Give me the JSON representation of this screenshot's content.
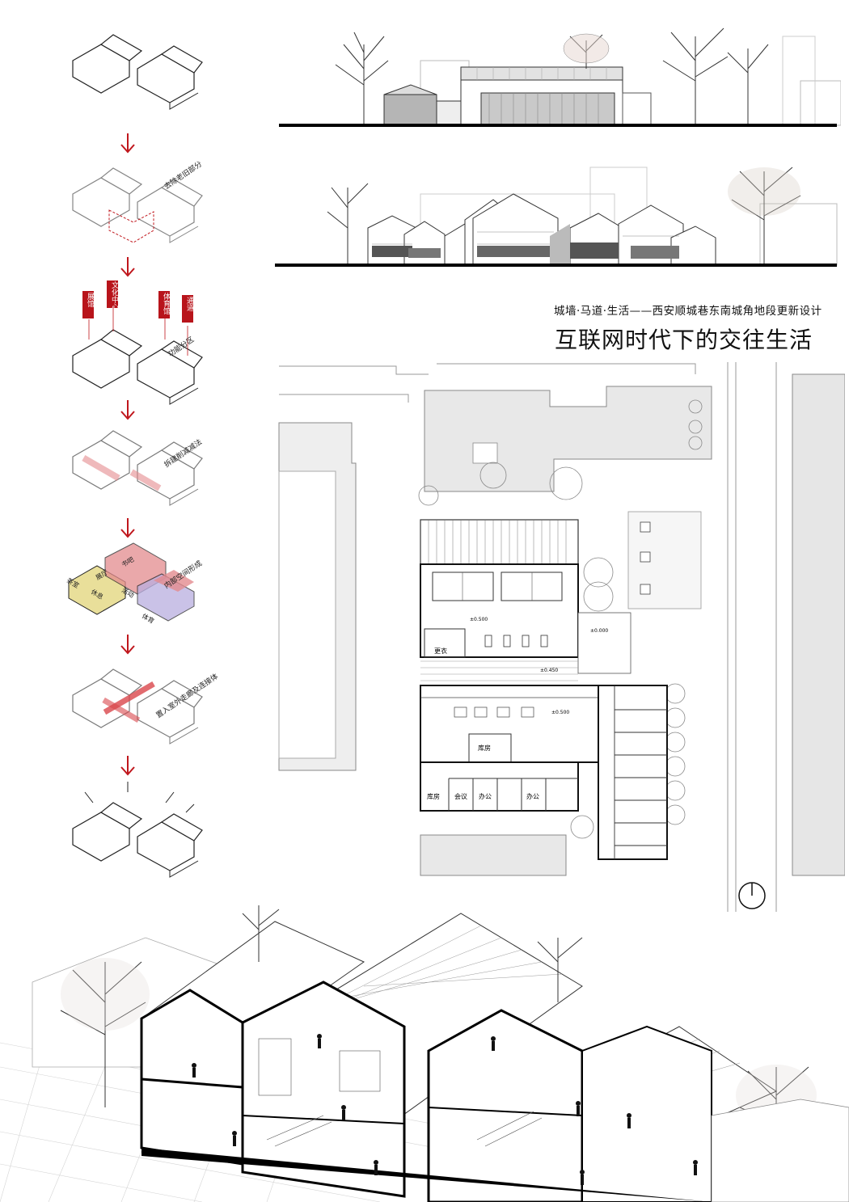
{
  "header": {
    "subtitle": "城墙·马道·生活——西安顺城巷东南城角地段更新设计",
    "title": "互联网时代下的交往生活"
  },
  "diagram_steps": [
    {
      "label": ""
    },
    {
      "label": "去除老旧部分"
    },
    {
      "label": "功能分区",
      "tags": [
        "展馆",
        "文化中心",
        "体育馆",
        "通道"
      ]
    },
    {
      "label": "拆建削减减法"
    },
    {
      "label": "内部空间形成",
      "tags": [
        "书吧",
        "展厅",
        "休息",
        "茶室",
        "活动",
        "体育"
      ]
    },
    {
      "label": "置入室外走廊及连接体"
    },
    {
      "label": ""
    }
  ],
  "plan": {
    "levels": [
      "±0.500",
      "±0.000",
      "±0.450",
      "±0.500"
    ],
    "rooms": [
      "更衣",
      "库房",
      "库房",
      "会议",
      "办公",
      "办公"
    ]
  },
  "colors": {
    "arrow": "#c0171d",
    "tag_bg": "#b8141b",
    "accent_red": "#d9464b",
    "accent_yellow": "#e9df9a",
    "accent_purple": "#b9aee0"
  }
}
